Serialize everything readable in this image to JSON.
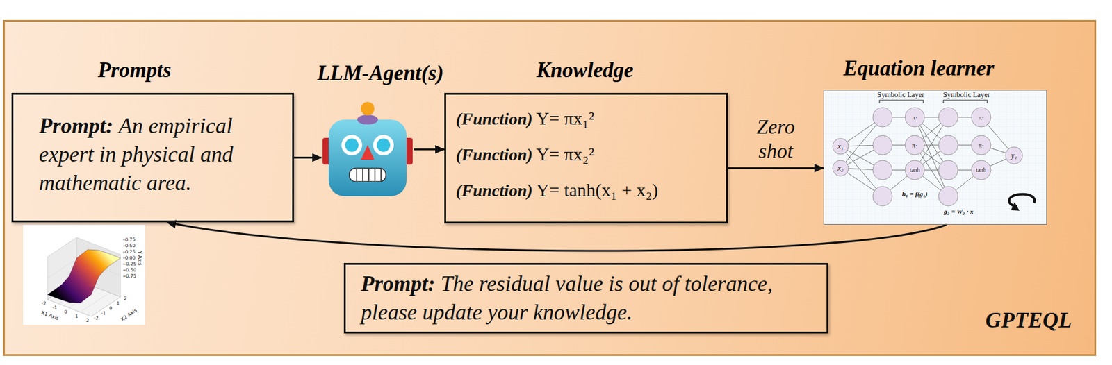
{
  "diagram": {
    "nodes": [
      {
        "text": [
          "Prompts",
          "Prompt:",
          "An empirical expert in physical and mathematic area."
        ]
      },
      {
        "text": [
          "LLM-Agent(s)"
        ]
      },
      {
        "text": [
          "Knowledge",
          "(Function)",
          "Y= πx₁²",
          "(Function)",
          "Y= πx₂²",
          "(Function)",
          "Y= tanh(x₁ + x₂)"
        ]
      },
      {
        "text": [
          "Equation learner"
        ]
      },
      {
        "text": [
          "Prompt:",
          "The residual value is out of tolerance, please update your knowledge."
        ]
      }
    ],
    "edges": [
      {
        "from": 0,
        "to": 1,
        "arrow": "to"
      },
      {
        "from": 1,
        "to": 2,
        "arrow": "to"
      },
      {
        "from": 2,
        "to": 3,
        "label": "Zero shot",
        "arrow": "to"
      },
      {
        "from": 3,
        "to": 0,
        "arrow": "to"
      }
    ],
    "labels": [
      "Symbolic Layer",
      "Symbolic Layer",
      "x₁",
      "x₂",
      "π·",
      "π·",
      "tanh",
      "π·",
      "π·",
      "tanh",
      "y₁",
      "h₁ = f(g₁)",
      "g₂ = W₂ · x",
      "Y Axis",
      "0.75",
      "0.50",
      "0.25",
      "0.00",
      "-0.25",
      "-0.50",
      "-0.75",
      "-2",
      "-1",
      "0",
      "1",
      "2",
      "X1 Axis",
      "-2",
      "-1",
      "0",
      "1",
      "2",
      "X2 Axis",
      "GPTEQL"
    ]
  }
}
